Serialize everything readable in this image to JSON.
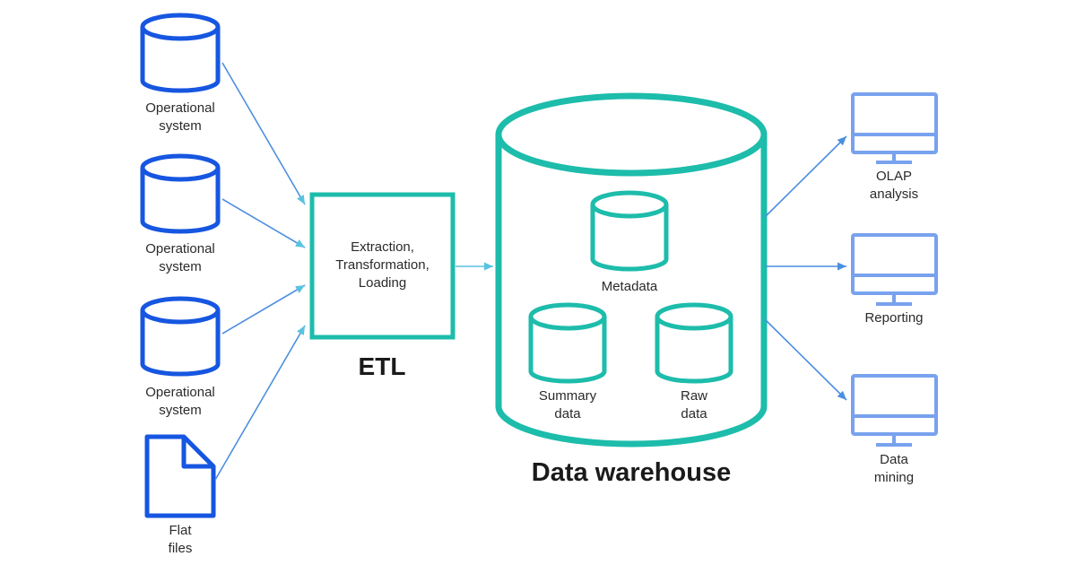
{
  "sources": [
    {
      "label": "Operational\nsystem",
      "icon": "database-icon"
    },
    {
      "label": "Operational\nsystem",
      "icon": "database-icon"
    },
    {
      "label": "Operational\nsystem",
      "icon": "database-icon"
    },
    {
      "label": "Flat\nfiles",
      "icon": "file-icon"
    }
  ],
  "etl": {
    "box_text": "Extraction,\nTransformation,\nLoading",
    "title": "ETL"
  },
  "warehouse": {
    "title": "Data warehouse",
    "stores": [
      {
        "label": "Metadata",
        "icon": "database-icon"
      },
      {
        "label": "Summary\ndata",
        "icon": "database-icon"
      },
      {
        "label": "Raw\ndata",
        "icon": "database-icon"
      }
    ]
  },
  "outputs": [
    {
      "label": "OLAP\nanalysis",
      "icon": "monitor-icon"
    },
    {
      "label": "Reporting",
      "icon": "monitor-icon"
    },
    {
      "label": "Data\nmining",
      "icon": "monitor-icon"
    }
  ],
  "colors": {
    "source_blue": "#1656e0",
    "teal": "#1dbcab",
    "output_blue": "#78a2ee",
    "arrow": "#3c7fd8"
  }
}
